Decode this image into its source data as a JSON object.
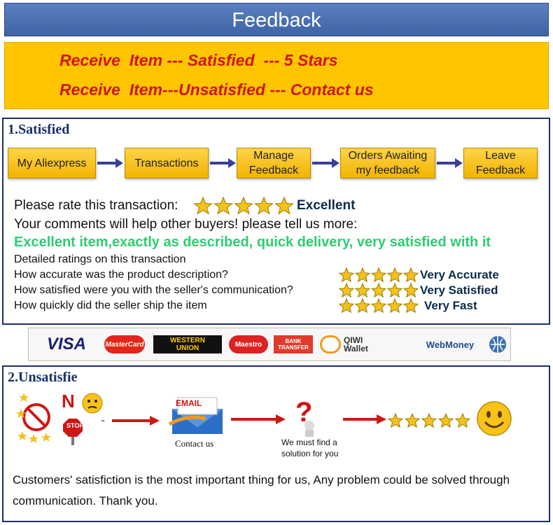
{
  "header": {
    "title": "Feedback"
  },
  "banner": {
    "line1": "Receive  Item --- Satisfied  --- 5 Stars",
    "line2": "Receive  Item---Unsatisfied --- Contact us"
  },
  "satisfied": {
    "title": "1.Satisfied",
    "steps": [
      {
        "line1": "My Aliexpress",
        "line2": ""
      },
      {
        "line1": "Transactions",
        "line2": ""
      },
      {
        "line1": "Manage",
        "line2": "Feedback"
      },
      {
        "line1": "Orders Awaiting",
        "line2": "my feedback"
      },
      {
        "line1": "Leave",
        "line2": "Feedback"
      }
    ],
    "rate_label": "Please rate this transaction:",
    "rate_value": "Excellent",
    "comments_prompt": "Your comments will help other buyers! please tell us more:",
    "comment_text": "Excellent item,exactly as described, quick delivery, very satisfied with it",
    "detailed_title": "Detailed ratings on this transaction",
    "ratings": [
      {
        "question": "How accurate was the product description?",
        "value": "Very Accurate",
        "stars": 5
      },
      {
        "question": "How satisfied were you with the seller's communication?",
        "value": "Very Satisfied",
        "stars": 5
      },
      {
        "question": "How quickly did the seller ship the item",
        "value": "Very Fast",
        "stars": 5
      }
    ]
  },
  "payments": {
    "visa": "VISA",
    "mastercard": "MasterCard",
    "western_union_1": "WESTERN",
    "western_union_2": "UNION",
    "maestro": "Maestro",
    "bank_1": "BANK",
    "bank_2": "TRANSFER",
    "qiwi_1": "QIWI",
    "qiwi_2": "Wallet",
    "webmoney": "WebMoney"
  },
  "unsatisfied": {
    "title": "2.Unsatisfie",
    "no_text": "N",
    "stop_text": "STOP",
    "email_text": "EMAIL",
    "contact_label": "Contact us",
    "solution_line1": "We must find a",
    "solution_line2": "solution for you",
    "message_line1": "Customers' satisfiction is the most important thing for us, Any problem could be solved through",
    "message_line2": "communication. Thank you."
  },
  "colors": {
    "header_blue": "#4a70b4",
    "banner_yellow": "#ffc600",
    "banner_text": "#d01515",
    "comment_green": "#2ecc71",
    "arrow_red": "#d01515",
    "step_arrow": "#3a3f9a"
  }
}
